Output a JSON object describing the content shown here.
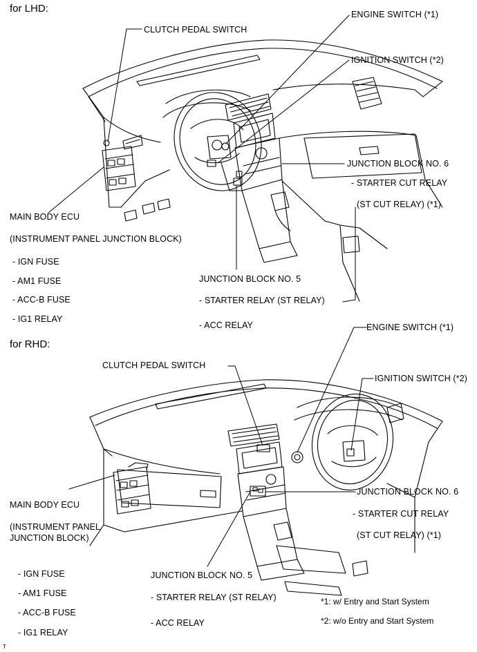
{
  "lhd": {
    "heading": "for LHD:",
    "clutch_pedal_switch": "CLUTCH PEDAL SWITCH",
    "engine_switch": "ENGINE SWITCH  (*1)",
    "ignition_switch": "IGNITION SWITCH  (*2)",
    "junction_block_6": "JUNCTION BLOCK NO. 6",
    "starter_cut_relay": "- STARTER CUT RELAY",
    "st_cut_relay": "(ST CUT RELAY) (*1)",
    "main_body_ecu": "MAIN BODY ECU",
    "instrument_panel_jb": "(INSTRUMENT PANEL JUNCTION BLOCK)",
    "ign_fuse": "- IGN FUSE",
    "am1_fuse": "- AM1 FUSE",
    "accb_fuse": "- ACC-B FUSE",
    "ig1_relay": "- IG1 RELAY",
    "junction_block_5": "JUNCTION BLOCK NO. 5",
    "starter_relay": "- STARTER RELAY  (ST RELAY)",
    "acc_relay": "- ACC RELAY"
  },
  "rhd": {
    "heading": "for RHD:",
    "clutch_pedal_switch": "CLUTCH PEDAL SWITCH",
    "engine_switch": "ENGINE SWITCH (*1)",
    "ignition_switch": "IGNITION SWITCH (*2)",
    "junction_block_6": "JUNCTION BLOCK NO. 6",
    "starter_cut_relay": "- STARTER CUT RELAY",
    "st_cut_relay": "(ST CUT RELAY) (*1)",
    "main_body_ecu": "MAIN BODY ECU",
    "instrument_panel_jb_line1": "(INSTRUMENT PANEL",
    "instrument_panel_jb_line2": "JUNCTION BLOCK)",
    "ign_fuse": "- IGN FUSE",
    "am1_fuse": "- AM1 FUSE",
    "accb_fuse": "- ACC-B FUSE",
    "ig1_relay": "- IG1 RELAY",
    "junction_block_5": "JUNCTION BLOCK NO. 5",
    "starter_relay": "- STARTER RELAY  (ST RELAY)",
    "acc_relay": "- ACC RELAY"
  },
  "footnotes": {
    "note1": "*1: w/ Entry and Start System",
    "note2": "*2: w/o Entry and Start System"
  },
  "corner_mark": "T"
}
